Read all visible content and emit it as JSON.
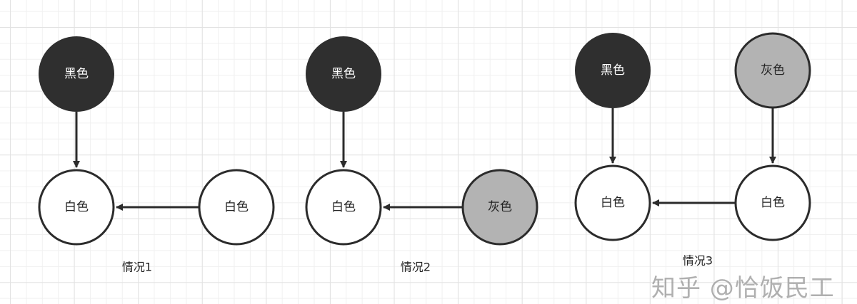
{
  "colors": {
    "black_node": "#2f2f2f",
    "gray_node": "#b3b3b3",
    "white_node": "#ffffff",
    "stroke": "#2b2b2b"
  },
  "case1": {
    "top": "黑色",
    "bottom_left": "白色",
    "bottom_right": "白色",
    "caption": "情况1"
  },
  "case2": {
    "top": "黑色",
    "bottom_left": "白色",
    "bottom_right": "灰色",
    "caption": "情况2"
  },
  "case3": {
    "top_left": "黑色",
    "top_right": "灰色",
    "bottom_left": "白色",
    "bottom_right": "白色",
    "caption": "情况3"
  },
  "watermark": "知乎 @恰饭民工"
}
